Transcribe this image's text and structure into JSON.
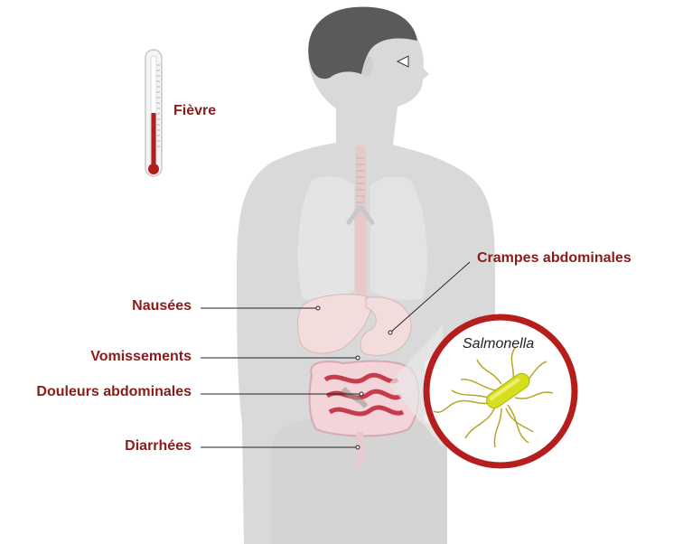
{
  "labels": {
    "fever": "Fièvre",
    "nausea": "Nausées",
    "vomiting": "Vomissements",
    "abdominal_pain": "Douleurs abdominales",
    "diarrhea": "Diarrhées",
    "cramps": "Crampes abdominales",
    "bacterium": "Salmonella"
  },
  "colors": {
    "label_text": "#8b1a1a",
    "body_silhouette": "#d6d6d6",
    "hair": "#5a5a5a",
    "thermometer_mercury": "#b01e1e",
    "zoom_ring": "#b61d1d",
    "bacterium_body": "#d6e01a",
    "flagella": "#b8a52a",
    "intestine": "#c93a4a"
  },
  "icons": {
    "thermometer": "thermometer-icon",
    "bacterium": "salmonella-bacterium-icon"
  }
}
